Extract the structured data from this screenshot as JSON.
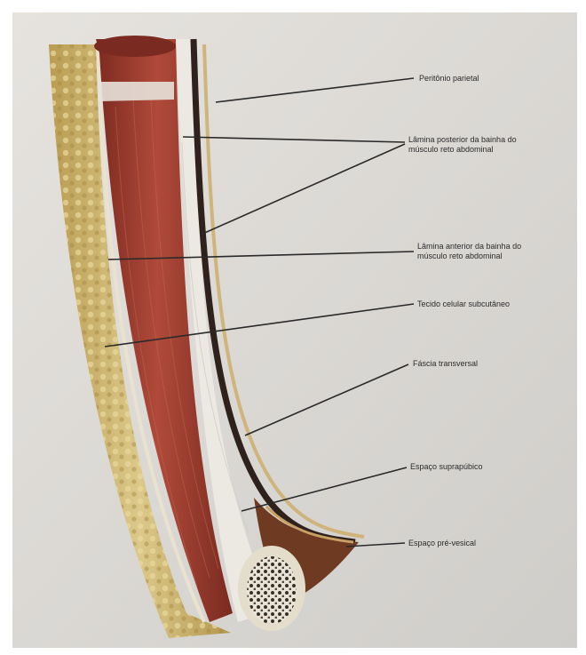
{
  "figure": {
    "labels": {
      "peritonio": "Peritônio parietal",
      "lamina_posterior_1": "Lâmina posterior da bainha do",
      "lamina_posterior_2": "músculo reto abdominal",
      "lamina_anterior_1": "Lâmina anterior da bainha do",
      "lamina_anterior_2": "músculo reto abdominal",
      "tecido": "Tecido celular subcutâneo",
      "fascia": "Fáscia transversal",
      "suprapubico": "Espaço suprapúbico",
      "prevesical": "Espaço pré-vesical"
    },
    "colors": {
      "background": "#dcdad6",
      "fat": "#d6c178",
      "muscle": "#9a3a2c",
      "fascia_white": "#ece9e2",
      "dark_line": "#3a2a22",
      "bone": "#e8e4da",
      "leader": "#2a2a2a"
    }
  }
}
